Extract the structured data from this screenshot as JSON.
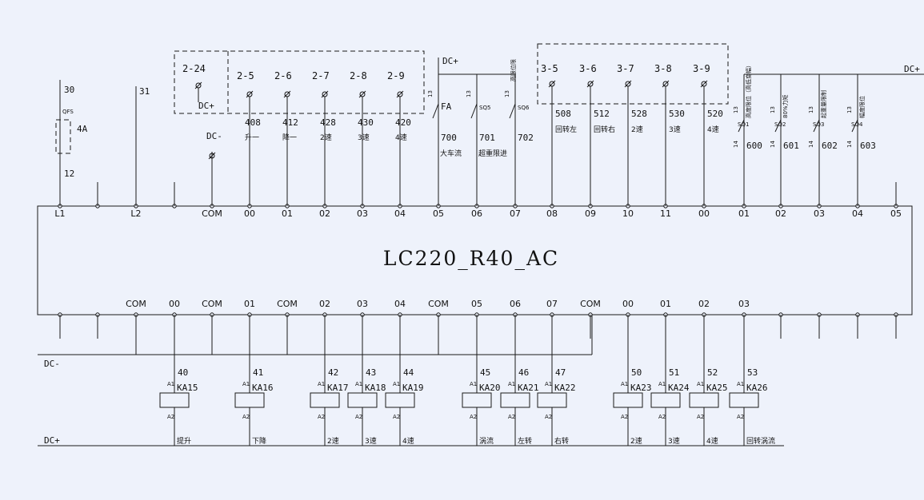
{
  "controller": {
    "model": "LC220_R40_AC"
  },
  "power": {
    "dc_plus": "DC+",
    "dc_minus": "DC-",
    "dc_plus_right": "DC+",
    "wire_30": "30",
    "wire_31": "31",
    "wire_12": "12",
    "breaker_label": "QFS",
    "breaker_rating": "4A"
  },
  "input_terminals": [
    "L1",
    "L2",
    "COM",
    "00",
    "01",
    "02",
    "03",
    "04",
    "05",
    "06",
    "07",
    "08",
    "09",
    "10",
    "11",
    "00",
    "01",
    "02",
    "03",
    "04",
    "05"
  ],
  "output_terminals": [
    "COM",
    "00",
    "COM",
    "01",
    "COM",
    "02",
    "03",
    "04",
    "COM",
    "05",
    "06",
    "07",
    "COM",
    "00",
    "01",
    "02",
    "03"
  ],
  "selector_left": {
    "common": "2-24",
    "common_label": "DC+",
    "positions": [
      {
        "pos": "2-5",
        "wire": "408",
        "func": "升一"
      },
      {
        "pos": "2-6",
        "wire": "412",
        "func": "降一"
      },
      {
        "pos": "2-7",
        "wire": "428",
        "func": "2速"
      },
      {
        "pos": "2-8",
        "wire": "430",
        "func": "3速"
      },
      {
        "pos": "2-9",
        "wire": "420",
        "func": "4速"
      }
    ]
  },
  "com_dc_minus": "DC-",
  "switches_mid": [
    {
      "tag": "FA",
      "wire": "700",
      "func": "大车流",
      "num": "13"
    },
    {
      "tag": "SQ5",
      "wire": "701",
      "func": "超重限进",
      "num": "13"
    },
    {
      "tag": "SQ6",
      "wire": "702",
      "func": "",
      "num": "13"
    }
  ],
  "mid_vertical_label": "高限位限",
  "mid_dc_plus": "DC+",
  "selector_right": [
    {
      "pos": "3-5",
      "wire": "508",
      "func": "回转左"
    },
    {
      "pos": "3-6",
      "wire": "512",
      "func": "回转右"
    },
    {
      "pos": "3-7",
      "wire": "528",
      "func": "2速"
    },
    {
      "pos": "3-8",
      "wire": "530",
      "func": "3速"
    },
    {
      "pos": "3-9",
      "wire": "520",
      "func": "4速"
    }
  ],
  "switches_right": [
    {
      "tag": "SQ1",
      "wire": "600",
      "func": "高度限位（高低变幅）"
    },
    {
      "tag": "SQ2",
      "wire": "601",
      "func": "80%力矩"
    },
    {
      "tag": "SQ3",
      "wire": "602",
      "func": "起重量限制"
    },
    {
      "tag": "SQ4",
      "wire": "603",
      "func": "幅度限位"
    }
  ],
  "switch_num_a": "13",
  "switch_num_b": "14",
  "relays": [
    {
      "wire": "40",
      "tag": "KA15",
      "func": "提升"
    },
    {
      "wire": "41",
      "tag": "KA16",
      "func": "下降"
    },
    {
      "wire": "42",
      "tag": "KA17",
      "func": "2速"
    },
    {
      "wire": "43",
      "tag": "KA18",
      "func": "3速"
    },
    {
      "wire": "44",
      "tag": "KA19",
      "func": "4速"
    },
    {
      "wire": "45",
      "tag": "KA20",
      "func": "涡流"
    },
    {
      "wire": "46",
      "tag": "KA21",
      "func": "左转"
    },
    {
      "wire": "47",
      "tag": "KA22",
      "func": "右转"
    },
    {
      "wire": "50",
      "tag": "KA23",
      "func": "2速"
    },
    {
      "wire": "51",
      "tag": "KA24",
      "func": "3速"
    },
    {
      "wire": "52",
      "tag": "KA25",
      "func": "4速"
    },
    {
      "wire": "53",
      "tag": "KA26",
      "func": "回转涡流"
    }
  ],
  "bus_dc_minus": "DC-",
  "bus_dc_plus": "DC+"
}
